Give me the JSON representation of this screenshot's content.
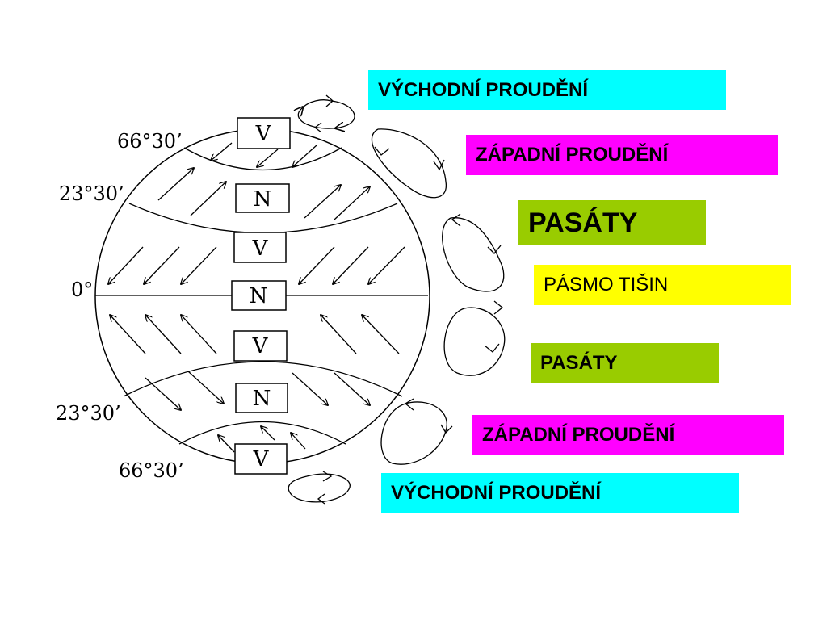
{
  "latitudes": {
    "north_66": "66°30’",
    "north_23": "23°30’",
    "equator": "0°",
    "south_23": "23°30’",
    "south_66": "66°30’"
  },
  "pressure_belts": [
    "V",
    "N",
    "V",
    "N",
    "V",
    "N",
    "V"
  ],
  "labels": {
    "east_north": {
      "text": "VÝCHODNÍ PROUDĚNÍ",
      "color": "#00ffff"
    },
    "west_north": {
      "text": "ZÁPADNÍ PROUDĚNÍ",
      "color": "#ff00ff"
    },
    "trade_north": {
      "text": "PASÁTY",
      "color": "#99cc00"
    },
    "calm": {
      "text": "PÁSMO TIŠIN",
      "color": "#ffff00"
    },
    "trade_south": {
      "text": "PASÁTY",
      "color": "#99cc00"
    },
    "west_south": {
      "text": "ZÁPADNÍ PROUDĚNÍ",
      "color": "#ff00ff"
    },
    "east_south": {
      "text": "VÝCHODNÍ PROUDĚNÍ",
      "color": "#00ffff"
    }
  }
}
